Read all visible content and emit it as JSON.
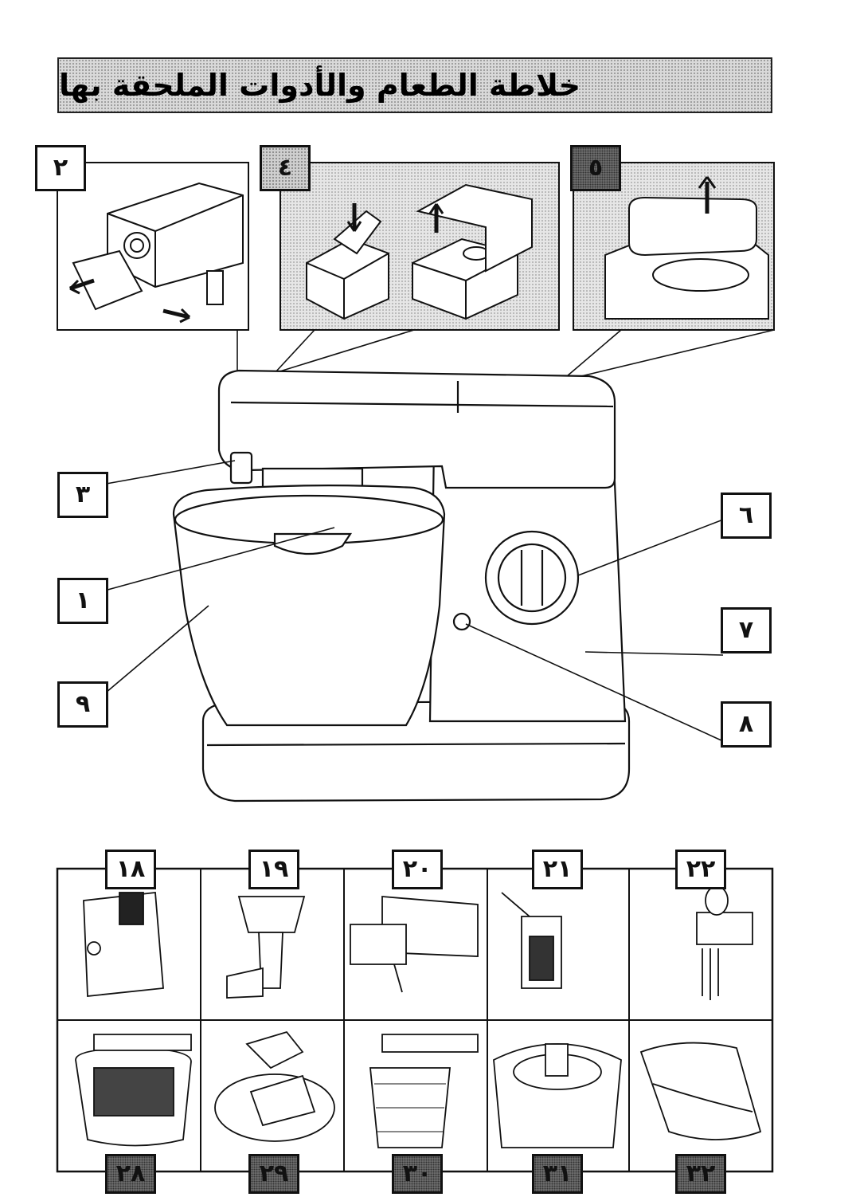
{
  "title": "خلاطة الطعام والأدوات الملحقة بها",
  "callouts": {
    "c1": "١",
    "c2": "٢",
    "c3": "٣",
    "c4": "٤",
    "c5": "٥",
    "c6": "٦",
    "c7": "٧",
    "c8": "٨",
    "c9": "٩"
  },
  "attachments_top": [
    "١٨",
    "١٩",
    "٢٠",
    "٢١",
    "٢٢"
  ],
  "attachments_bottom": [
    "٢٨",
    "٢٩",
    "٣٠",
    "٣١",
    "٣٢"
  ]
}
